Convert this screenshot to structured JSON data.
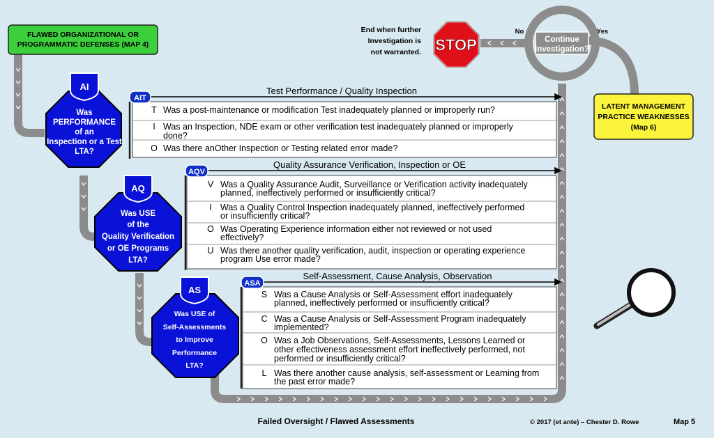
{
  "header": {
    "source_box": [
      "FLAWED ORGANIZATIONAL OR",
      "PROGRAMMATIC DEFENSES (MAP 4)"
    ],
    "end_note": [
      "End when further",
      "Investigation is",
      "not warranted."
    ],
    "stop_sign": "STOP",
    "no_label": "No",
    "yes_label": "Yes",
    "continue_label": [
      "Continue",
      "Investigation?"
    ],
    "latent_box": [
      "LATENT MANAGEMENT",
      "PRACTICE WEAKNESSES",
      "(Map 6)"
    ]
  },
  "sections": [
    {
      "code": "AI",
      "question": [
        "Was",
        "PERFORMANCE",
        "of an",
        "Inspection or a Test",
        "LTA?"
      ],
      "tab": "AIT",
      "heading": "Test Performance / Quality Inspection",
      "items": [
        {
          "letter": "T",
          "text": [
            "Was a post-maintenance or modification Test inadequately planned or improperly run?"
          ]
        },
        {
          "letter": "I",
          "text": [
            "Was an Inspection, NDE exam or other verification test inadequately planned or improperly",
            "done?"
          ]
        },
        {
          "letter": "O",
          "text": [
            "Was there anOther Inspection or Testing related error made?"
          ]
        }
      ]
    },
    {
      "code": "AQ",
      "question": [
        "Was USE",
        "of the",
        "Quality Verification",
        "or OE Programs",
        "LTA?"
      ],
      "tab": "AQV",
      "heading": "Quality Assurance Verification, Inspection or OE",
      "items": [
        {
          "letter": "V",
          "text": [
            "Was a Quality Assurance Audit, Surveillance or Verification activity inadequately",
            "planned, ineffectively performed or insufficiently critical?"
          ]
        },
        {
          "letter": "I",
          "text": [
            "Was a Quality Control Inspection inadequately planned, ineffectively performed",
            "or insufficiently critical?"
          ]
        },
        {
          "letter": "O",
          "text": [
            "Was Operating Experience information either not reviewed or not used",
            "effectively?"
          ]
        },
        {
          "letter": "U",
          "text": [
            "Was there another quality verification, audit, inspection or operating experience",
            "program Use error made?"
          ]
        }
      ]
    },
    {
      "code": "AS",
      "question": [
        "Was USE of",
        "Self-Assessments",
        "to Improve",
        "Performance",
        "LTA?"
      ],
      "tab": "ASA",
      "heading": "Self-Assessment, Cause Analysis, Observation",
      "items": [
        {
          "letter": "S",
          "text": [
            "Was a Cause Analysis or Self-Assessment effort inadequately",
            "planned, ineffectively performed or insufficiently critical?"
          ]
        },
        {
          "letter": "C",
          "text": [
            "Was a Cause Analysis or Self-Assessment Program inadequately",
            "implemented?"
          ]
        },
        {
          "letter": "O",
          "text": [
            "Was a Job Observations, Self-Assessments, Lessons Learned or",
            "other effectiveness assessment effort ineffectively performed, not",
            "performed or insufficiently critical?"
          ]
        },
        {
          "letter": "L",
          "text": [
            "Was there another cause analysis, self-assessment or Learning from",
            "the past error made?"
          ]
        }
      ]
    }
  ],
  "footer": {
    "title": "Failed Oversight / Flawed Assessments",
    "copyright": "© 2017 (et ante) – Chester D. Rowe",
    "map_label": "Map 5"
  },
  "colors": {
    "background": "#d9e9f1",
    "pipe": "#8c8c8c",
    "octagon": "#0a12d8",
    "tab": "#1030c8",
    "source_box": "#3ccf3c",
    "latent_box": "#fbf43c",
    "stop": "#e0101a"
  }
}
